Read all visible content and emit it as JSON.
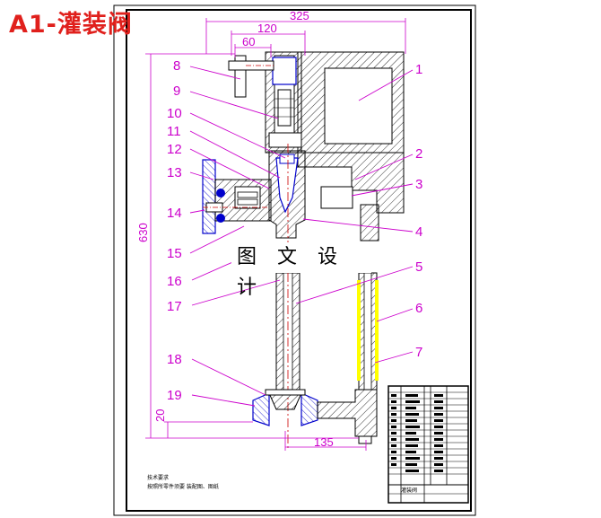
{
  "title": "A1-灌装阀",
  "watermark": "图 文 设 计",
  "dimensions": {
    "d325": "325",
    "d120": "120",
    "d60": "60",
    "d630": "630",
    "d20": "20",
    "d135": "135"
  },
  "part_labels": [
    "1",
    "2",
    "3",
    "4",
    "5",
    "6",
    "7",
    "8",
    "9",
    "10",
    "11",
    "12",
    "13",
    "14",
    "15",
    "16",
    "17",
    "18",
    "19"
  ],
  "technical_requirements": {
    "heading": "技术要求",
    "line1": "按照所零件须要  装配图、图纸"
  },
  "title_block": {
    "name": "灌装阀"
  },
  "colors": {
    "title": "#e0201c",
    "leader": "#cc00cc",
    "dimension": "#cc00cc",
    "center_line": "#cc0000",
    "outline": "#000000",
    "parts": "#0000cc",
    "highlight": "#ffff00"
  }
}
